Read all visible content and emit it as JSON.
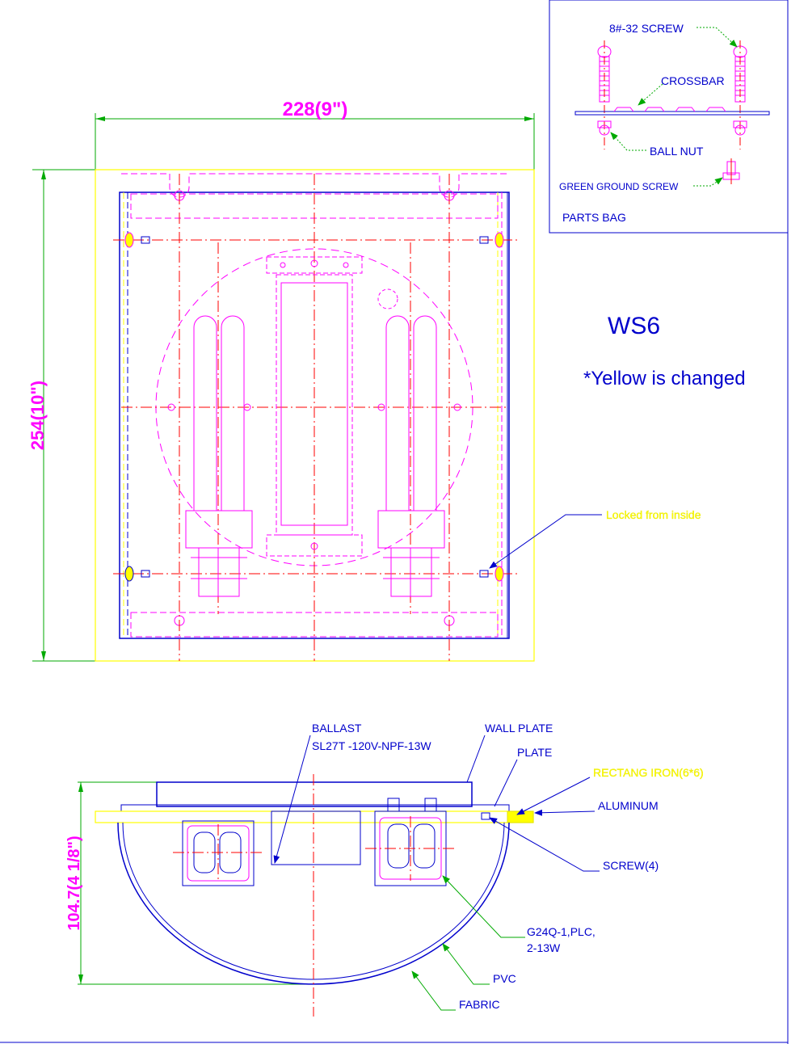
{
  "drawing": {
    "title": "WS6",
    "note": "*Yellow is changed"
  },
  "dimensions": {
    "width": "228(9\")",
    "height": "254(10\")",
    "depth": "104.7(4 1/8\")"
  },
  "parts_bag": {
    "screw": "8#-32 SCREW",
    "crossbar": "CROSSBAR",
    "ball_nut": "BALL NUT",
    "ground_screw": "GREEN GROUND SCREW",
    "title": "PARTS BAG"
  },
  "front_view": {
    "locked_note": "Locked from inside"
  },
  "section_view": {
    "ballast_title": "BALLAST",
    "ballast_model": "SL27T -120V-NPF-13W",
    "wall_plate": "WALL PLATE",
    "plate": "PLATE",
    "rectang_iron": "RECTANG IRON(6*6)",
    "aluminum": "ALUMINUM",
    "screw": "SCREW(4)",
    "lamp_line1": "G24Q-1,PLC,",
    "lamp_line2": "2-13W",
    "pvc": "PVC",
    "fabric": "FABRIC"
  },
  "colors": {
    "outline": "#0000cc",
    "magenta": "#ff00ff",
    "red_centerline": "#ff0000",
    "green_leader": "#00aa00",
    "yellow_changed": "#ffff00"
  }
}
